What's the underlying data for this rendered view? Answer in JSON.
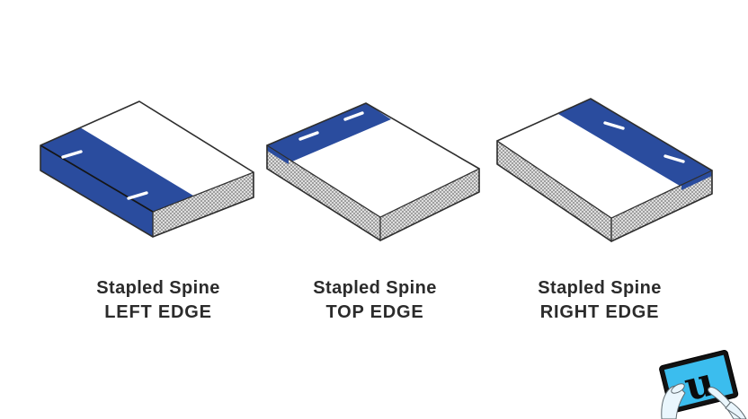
{
  "colors": {
    "background": "#ffffff",
    "spine_blue": "#2a4c9e",
    "outline": "#2e2e2e",
    "fold_line": "#151515",
    "hatch_line": "#8f8f8f",
    "hatch_fill": "#efefef",
    "staple_white": "#ffffff",
    "label_text": "#2b2b2b",
    "tablet_body": "#121212",
    "tablet_screen": "#3bbdee",
    "hand_fill": "#eaf6fd",
    "hand_stroke": "#5f6a70"
  },
  "diagrams": [
    {
      "id": "left-edge",
      "title_line1": "Stapled Spine",
      "title_line2": "LEFT EDGE",
      "spine_position": "left edge",
      "staple_count": 2
    },
    {
      "id": "top-edge",
      "title_line1": "Stapled Spine",
      "title_line2": "TOP EDGE",
      "spine_position": "top edge",
      "staple_count": 2
    },
    {
      "id": "right-edge",
      "title_line1": "Stapled Spine",
      "title_line2": "RIGHT EDGE",
      "spine_position": "right edge",
      "staple_count": 2
    }
  ],
  "logo": {
    "letter": "u"
  }
}
